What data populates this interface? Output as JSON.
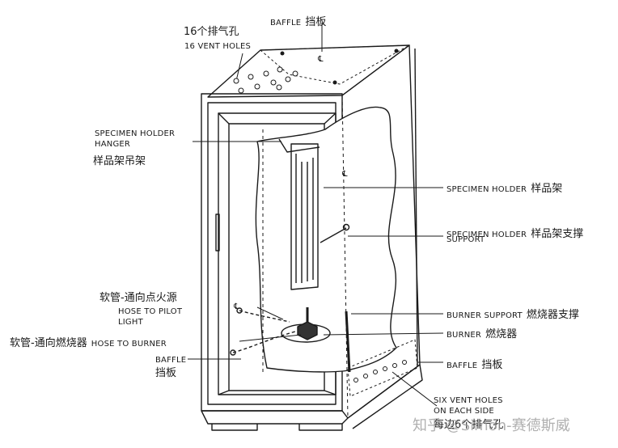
{
  "labels": {
    "baffle_top_en": "BAFFLE",
    "baffle_top_cn": "挡板",
    "vent16_cn": "16个排气孔",
    "vent16_en": "16 VENT HOLES",
    "hanger_en_1": "SPECIMEN HOLDER",
    "hanger_en_2": "HANGER",
    "hanger_cn": "样品架吊架",
    "holder_en": "SPECIMEN HOLDER",
    "holder_cn": "样品架",
    "support_en_1": "SPECIMEN HOLDER",
    "support_en_2": "SUPPORT",
    "support_cn": "样品架支撑",
    "pilot_cn": "软管-通向点火源",
    "pilot_en_1": "HOSE TO PILOT",
    "pilot_en_2": "LIGHT",
    "burner_hose_cn": "软管-通向燃烧器",
    "burner_hose_en": "HOSE TO BURNER",
    "baffle_low_en": "BAFFLE",
    "baffle_low_cn": "挡板",
    "burner_support_en": "BURNER SUPPORT",
    "burner_support_cn": "燃烧器支撑",
    "burner_en": "BURNER",
    "burner_cn": "燃烧器",
    "baffle_right_en": "BAFFLE",
    "baffle_right_cn": "挡板",
    "six_vent_en_1": "SIX VENT HOLES",
    "six_vent_en_2": "ON EACH SIDE",
    "six_vent_cn": "每边6个排气孔",
    "watermark": "知乎 @Simon-赛德斯威",
    "centerline_symbol": "℄"
  },
  "colors": {
    "line": "#1a1a1a",
    "text": "#1a1a1a",
    "watermark": "#9a9a9a"
  }
}
